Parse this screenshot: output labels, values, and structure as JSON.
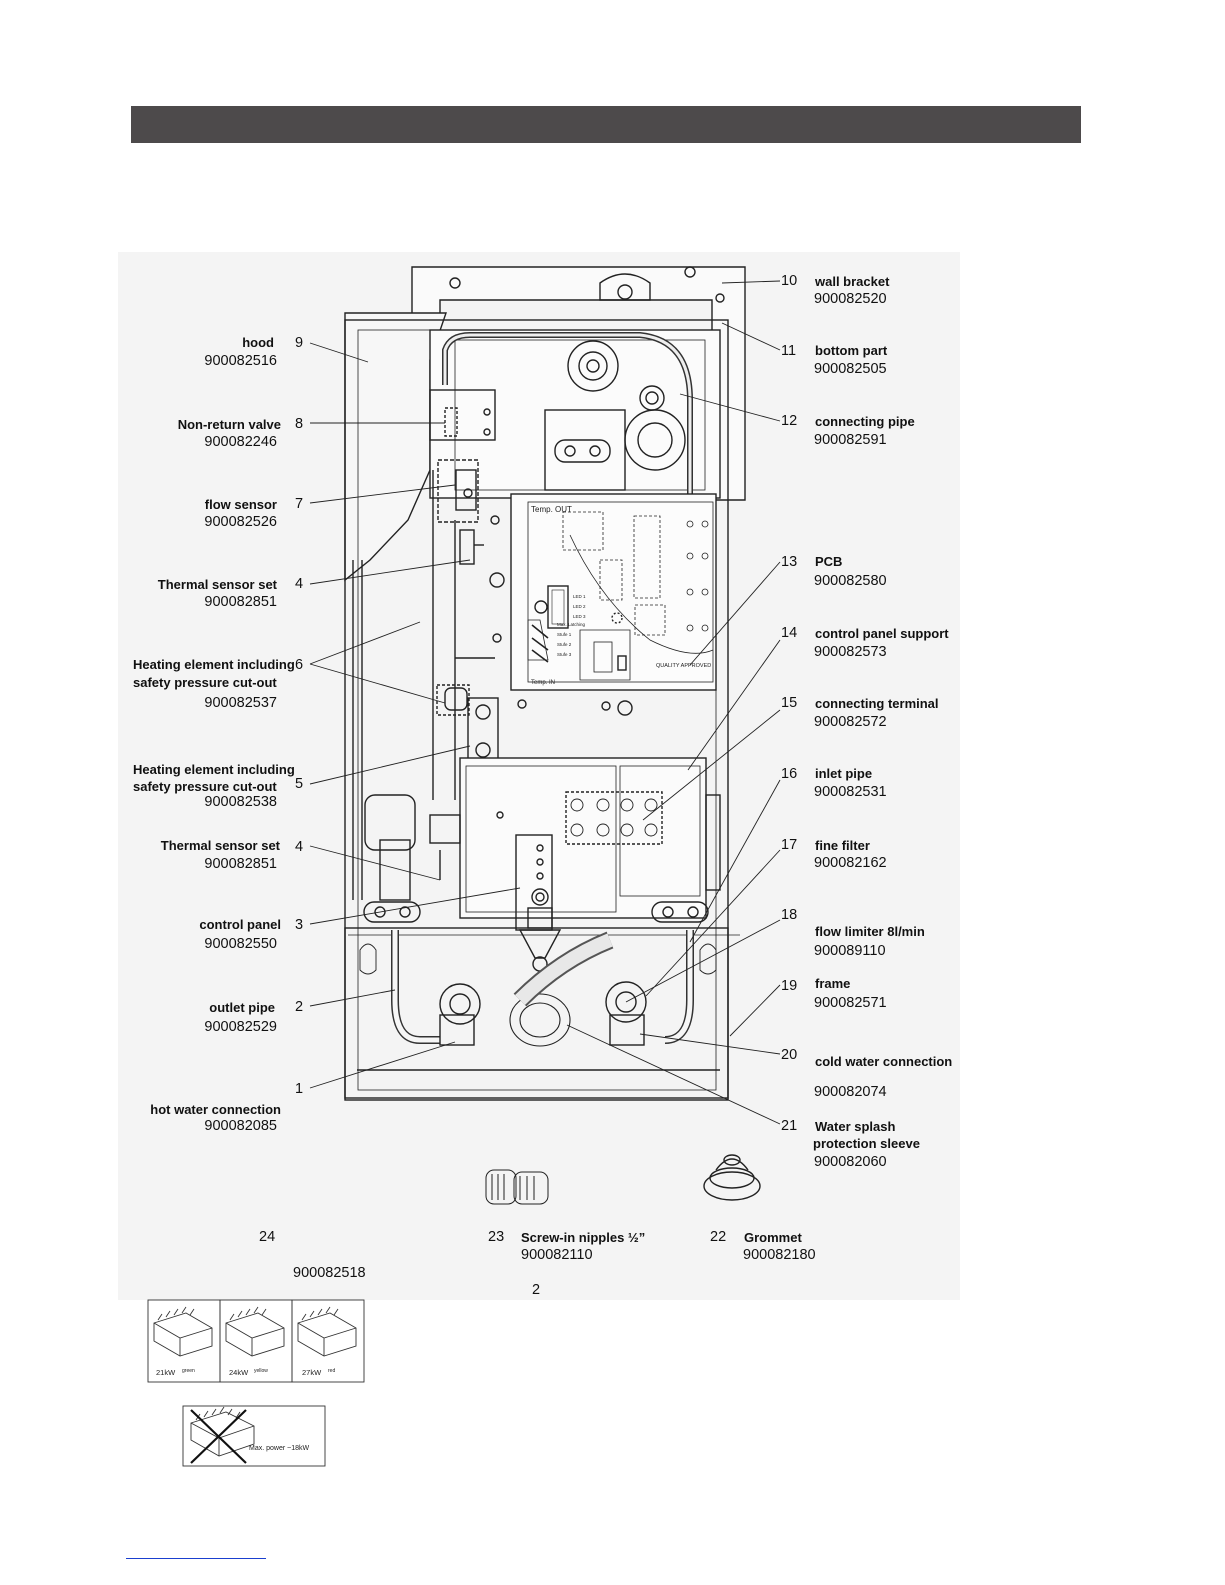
{
  "left_labels": [
    {
      "num": "9",
      "name": "hood",
      "code": "900082516"
    },
    {
      "num": "8",
      "name": "Non-return valve",
      "code": "900082246"
    },
    {
      "num": "7",
      "name": "flow sensor",
      "code": "900082526"
    },
    {
      "num": "4",
      "name": "Thermal sensor set",
      "code": "900082851"
    },
    {
      "num": "6",
      "name": "Heating element including",
      "name2": "safety pressure cut-out",
      "code": "900082537"
    },
    {
      "num": "5",
      "name": "Heating element including",
      "name2": "safety pressure cut-out",
      "code": "900082538"
    },
    {
      "num": "4",
      "name": "Thermal sensor set",
      "code": "900082851"
    },
    {
      "num": "3",
      "name": "control panel",
      "code": "900082550"
    },
    {
      "num": "2",
      "name": "outlet pipe",
      "code": "900082529"
    },
    {
      "num": "1",
      "name": "hot water connection",
      "code": "900082085"
    }
  ],
  "right_labels": [
    {
      "num": "10",
      "name": "wall bracket",
      "code": "900082520"
    },
    {
      "num": "11",
      "name": "bottom part",
      "code": "900082505"
    },
    {
      "num": "12",
      "name": "connecting pipe",
      "code": "900082591"
    },
    {
      "num": "13",
      "name": "PCB",
      "code": "900082580"
    },
    {
      "num": "14",
      "name": "control panel support",
      "code": "900082573"
    },
    {
      "num": "15",
      "name": "connecting terminal",
      "code": "900082572"
    },
    {
      "num": "16",
      "name": "inlet pipe",
      "code": "900082531"
    },
    {
      "num": "17",
      "name": "fine filter",
      "code": "900082162"
    },
    {
      "num": "18",
      "name": "flow limiter 8l/min",
      "code": "900089110"
    },
    {
      "num": "19",
      "name": "frame",
      "code": "900082571"
    },
    {
      "num": "20",
      "name": "cold water connection",
      "code": "900082074"
    },
    {
      "num": "21",
      "name": "Water splash",
      "name2": "protection sleeve",
      "code": "900082060"
    }
  ],
  "bottom_labels": [
    {
      "num": "24",
      "name": "",
      "code": "900082518"
    },
    {
      "num": "23",
      "name": "Screw-in nipples ½”",
      "code": "900082110"
    },
    {
      "num": "22",
      "name": "Grommet",
      "code": "900082180"
    }
  ],
  "extra_number": "2",
  "pcb_texts": {
    "temp_out": "Temp. OUT",
    "temp_in": "Temp. IN",
    "quality": "QUALITY APPROVED",
    "max_latching": "Max. Latching",
    "stage1": "Stufe 1",
    "stage2": "Stufe 2",
    "stage3": "Stufe 3",
    "led1": "LED 1",
    "led2": "LED 2",
    "led3": "LED 3"
  },
  "terminal_blocks": [
    {
      "label": "21kW",
      "color": "green"
    },
    {
      "label": "24kW",
      "color": "yellow"
    },
    {
      "label": "27kW",
      "color": "red"
    }
  ],
  "max_power_note": "Max. power   ~18kW"
}
